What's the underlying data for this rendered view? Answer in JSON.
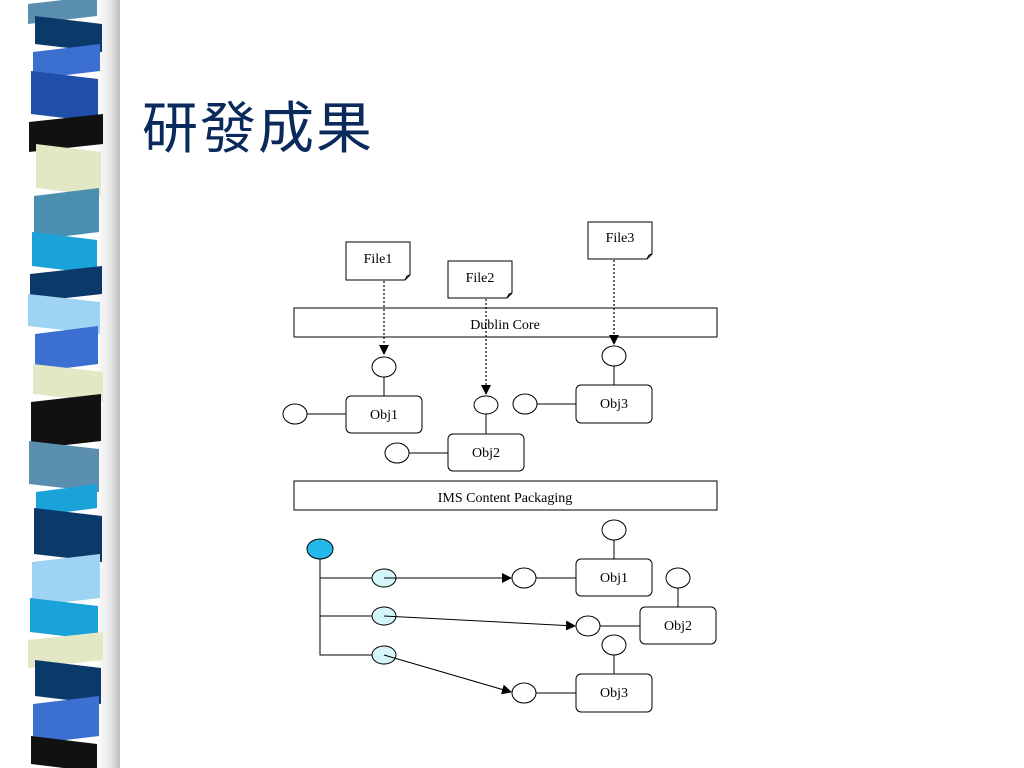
{
  "slide": {
    "title": "研發成果"
  },
  "diagram": {
    "files": [
      "File1",
      "File2",
      "File3"
    ],
    "dublin_core_label": "Dublin Core",
    "ims_label": "IMS Content Packaging",
    "upper_objects": [
      "Obj1",
      "Obj2",
      "Obj3"
    ],
    "lower_objects": [
      "Obj1",
      "Obj2",
      "Obj3"
    ]
  },
  "colors": {
    "title": "#0a2a5c",
    "highlight_node": "#22b8e8",
    "light_node": "#d4f6fb"
  }
}
